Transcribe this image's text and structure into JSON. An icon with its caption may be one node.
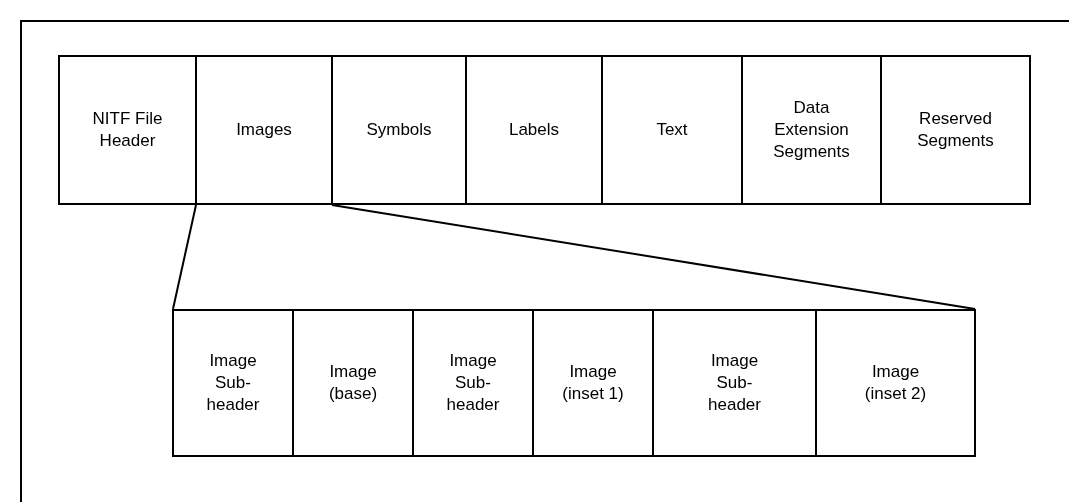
{
  "diagram": {
    "nodes": [
      {
        "text": [
          "NITF File Header"
        ]
      },
      {
        "text": [
          "Images"
        ]
      },
      {
        "text": [
          "Symbols"
        ]
      },
      {
        "text": [
          "Labels"
        ]
      },
      {
        "text": [
          "Text"
        ]
      },
      {
        "text": [
          "Data Extension Segments"
        ]
      },
      {
        "text": [
          "Reserved Segments"
        ]
      },
      {
        "text": [
          "Image Sub- header"
        ]
      },
      {
        "text": [
          "Image (base)"
        ]
      },
      {
        "text": [
          "Image Sub- header"
        ]
      },
      {
        "text": [
          "Image (inset 1)"
        ]
      },
      {
        "text": [
          "Image Sub- header"
        ]
      },
      {
        "text": [
          "Image (inset 2)"
        ]
      }
    ],
    "edges": [
      {
        "from": 1,
        "to": 7,
        "arrow": "none"
      },
      {
        "from": 1,
        "to": 12,
        "arrow": "none"
      }
    ]
  }
}
